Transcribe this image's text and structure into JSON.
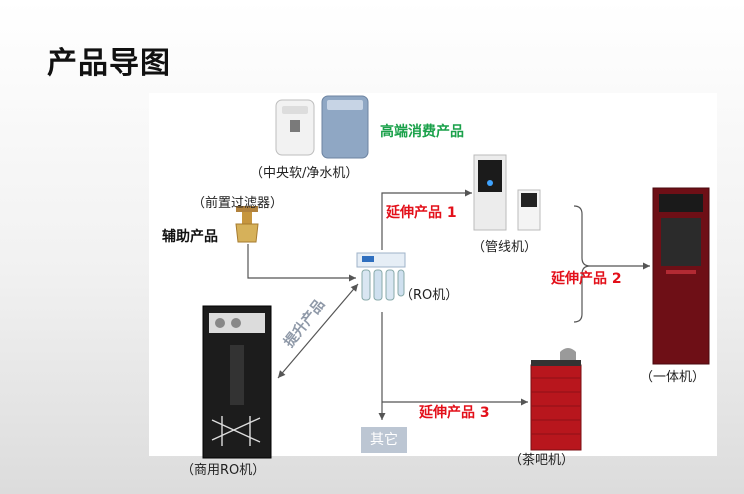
{
  "page": {
    "title": "产品导图"
  },
  "nodes": {
    "central_softener": "（中央软/净水机）",
    "prefilter": "（前置过滤器）",
    "ro": "（RO机）",
    "pipeline": "（管线机）",
    "integrated": "（一体机）",
    "commercial_ro": "（商用RO机）",
    "tea_bar": "（茶吧机）",
    "other": "其它"
  },
  "labels": {
    "high_end": "高端消费产品",
    "auxiliary": "辅助产品",
    "upgrade": "提升产品",
    "ext1": "延伸产品 1",
    "ext2": "延伸产品 2",
    "ext3": "延伸产品 3"
  },
  "colors": {
    "accent_red": "#e3101a",
    "accent_green": "#1aa14a"
  },
  "icons": [
    "softener-icon",
    "prefilter-valve-icon",
    "ro-purifier-icon",
    "pipeline-dispenser-icon",
    "integrated-dispenser-icon",
    "commercial-ro-cabinet-icon",
    "tea-bar-icon"
  ]
}
